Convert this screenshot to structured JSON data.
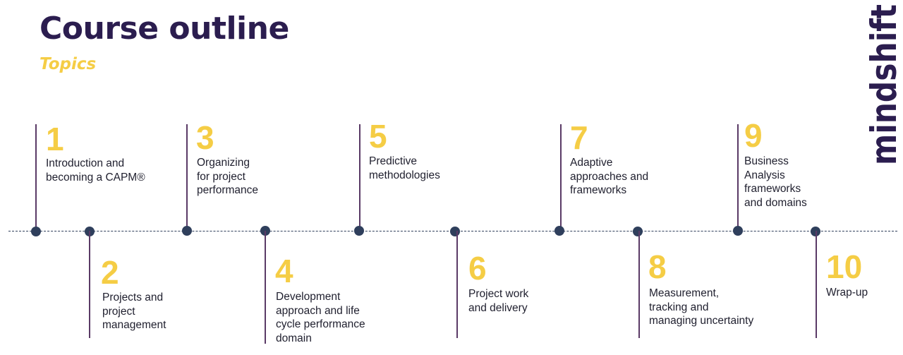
{
  "header": {
    "title": "Course outline",
    "subtitle": "Topics"
  },
  "brand": {
    "logo_text": "mindshift",
    "logo_color": "#2b1d4f"
  },
  "colors": {
    "title": "#2b1d4f",
    "accent_yellow": "#f5cd45",
    "timeline_dot": "#2f3f5c",
    "timeline_line": "#5a3a66"
  },
  "topics": [
    {
      "number": "1",
      "label": "Introduction and\nbecoming a CAPM®"
    },
    {
      "number": "2",
      "label": "Projects and\nproject\nmanagement"
    },
    {
      "number": "3",
      "label": "Organizing\nfor project\nperformance"
    },
    {
      "number": "4",
      "label": "Development\napproach and life\ncycle performance\ndomain"
    },
    {
      "number": "5",
      "label": "Predictive\nmethodologies"
    },
    {
      "number": "6",
      "label": "Project work\nand delivery"
    },
    {
      "number": "7",
      "label": "Adaptive\napproaches and\nframeworks"
    },
    {
      "number": "8",
      "label": "Measurement,\ntracking and\nmanaging uncertainty"
    },
    {
      "number": "9",
      "label": "Business\nAnalysis\nframeworks\nand domains"
    },
    {
      "number": "10",
      "label": "Wrap-up"
    }
  ]
}
